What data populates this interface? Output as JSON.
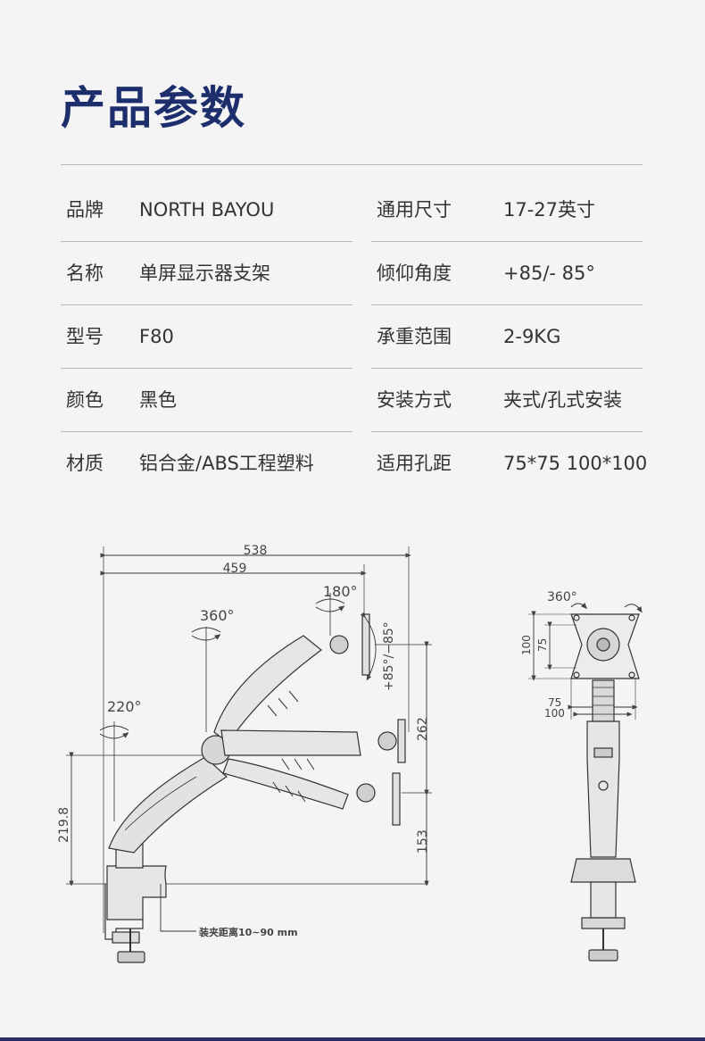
{
  "page_title": "产品参数",
  "specs": [
    {
      "left": {
        "label": "品牌",
        "value": "NORTH BAYOU"
      },
      "right": {
        "label": "通用尺寸",
        "value": "17-27英寸"
      }
    },
    {
      "left": {
        "label": "名称",
        "value": "单屏显示器支架"
      },
      "right": {
        "label": "倾仰角度",
        "value": "+85/- 85°"
      }
    },
    {
      "left": {
        "label": "型号",
        "value": "F80"
      },
      "right": {
        "label": "承重范围",
        "value": "2-9KG"
      }
    },
    {
      "left": {
        "label": "颜色",
        "value": "黑色"
      },
      "right": {
        "label": "安装方式",
        "value": "夹式/孔式安装"
      }
    },
    {
      "left": {
        "label": "材质",
        "value": "铝合金/ABS工程塑料"
      },
      "right": {
        "label": "适用孔距",
        "value": "75*75 100*100"
      }
    }
  ],
  "side_diagram": {
    "width_total": "538",
    "width_arm": "459",
    "rot_top": "180°",
    "rot_mid": "360°",
    "rot_base": "220°",
    "tilt": "+85°/−85°",
    "height_range": "262",
    "height_min": "153",
    "base_height": "219.8",
    "clamp_note": "装夹距离10~90 mm"
  },
  "front_diagram": {
    "rotation": "360°",
    "vesa_100_h": "100",
    "vesa_75_h": "75",
    "vesa_75_w": "75",
    "vesa_100_w": "100"
  }
}
